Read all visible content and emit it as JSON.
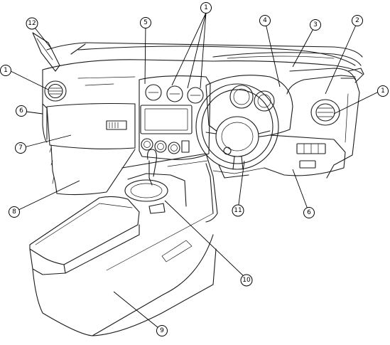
{
  "callouts": [
    {
      "id": "c1-top",
      "label": "1"
    },
    {
      "id": "c1-left",
      "label": "1"
    },
    {
      "id": "c1-right",
      "label": "1"
    },
    {
      "id": "c2",
      "label": "2"
    },
    {
      "id": "c3",
      "label": "3"
    },
    {
      "id": "c4",
      "label": "4"
    },
    {
      "id": "c5",
      "label": "5"
    },
    {
      "id": "c6-left",
      "label": "6"
    },
    {
      "id": "c6-right",
      "label": "6"
    },
    {
      "id": "c7",
      "label": "7"
    },
    {
      "id": "c8",
      "label": "8"
    },
    {
      "id": "c9",
      "label": "9"
    },
    {
      "id": "c10",
      "label": "10"
    },
    {
      "id": "c11",
      "label": "11"
    },
    {
      "id": "c12",
      "label": "12"
    }
  ]
}
